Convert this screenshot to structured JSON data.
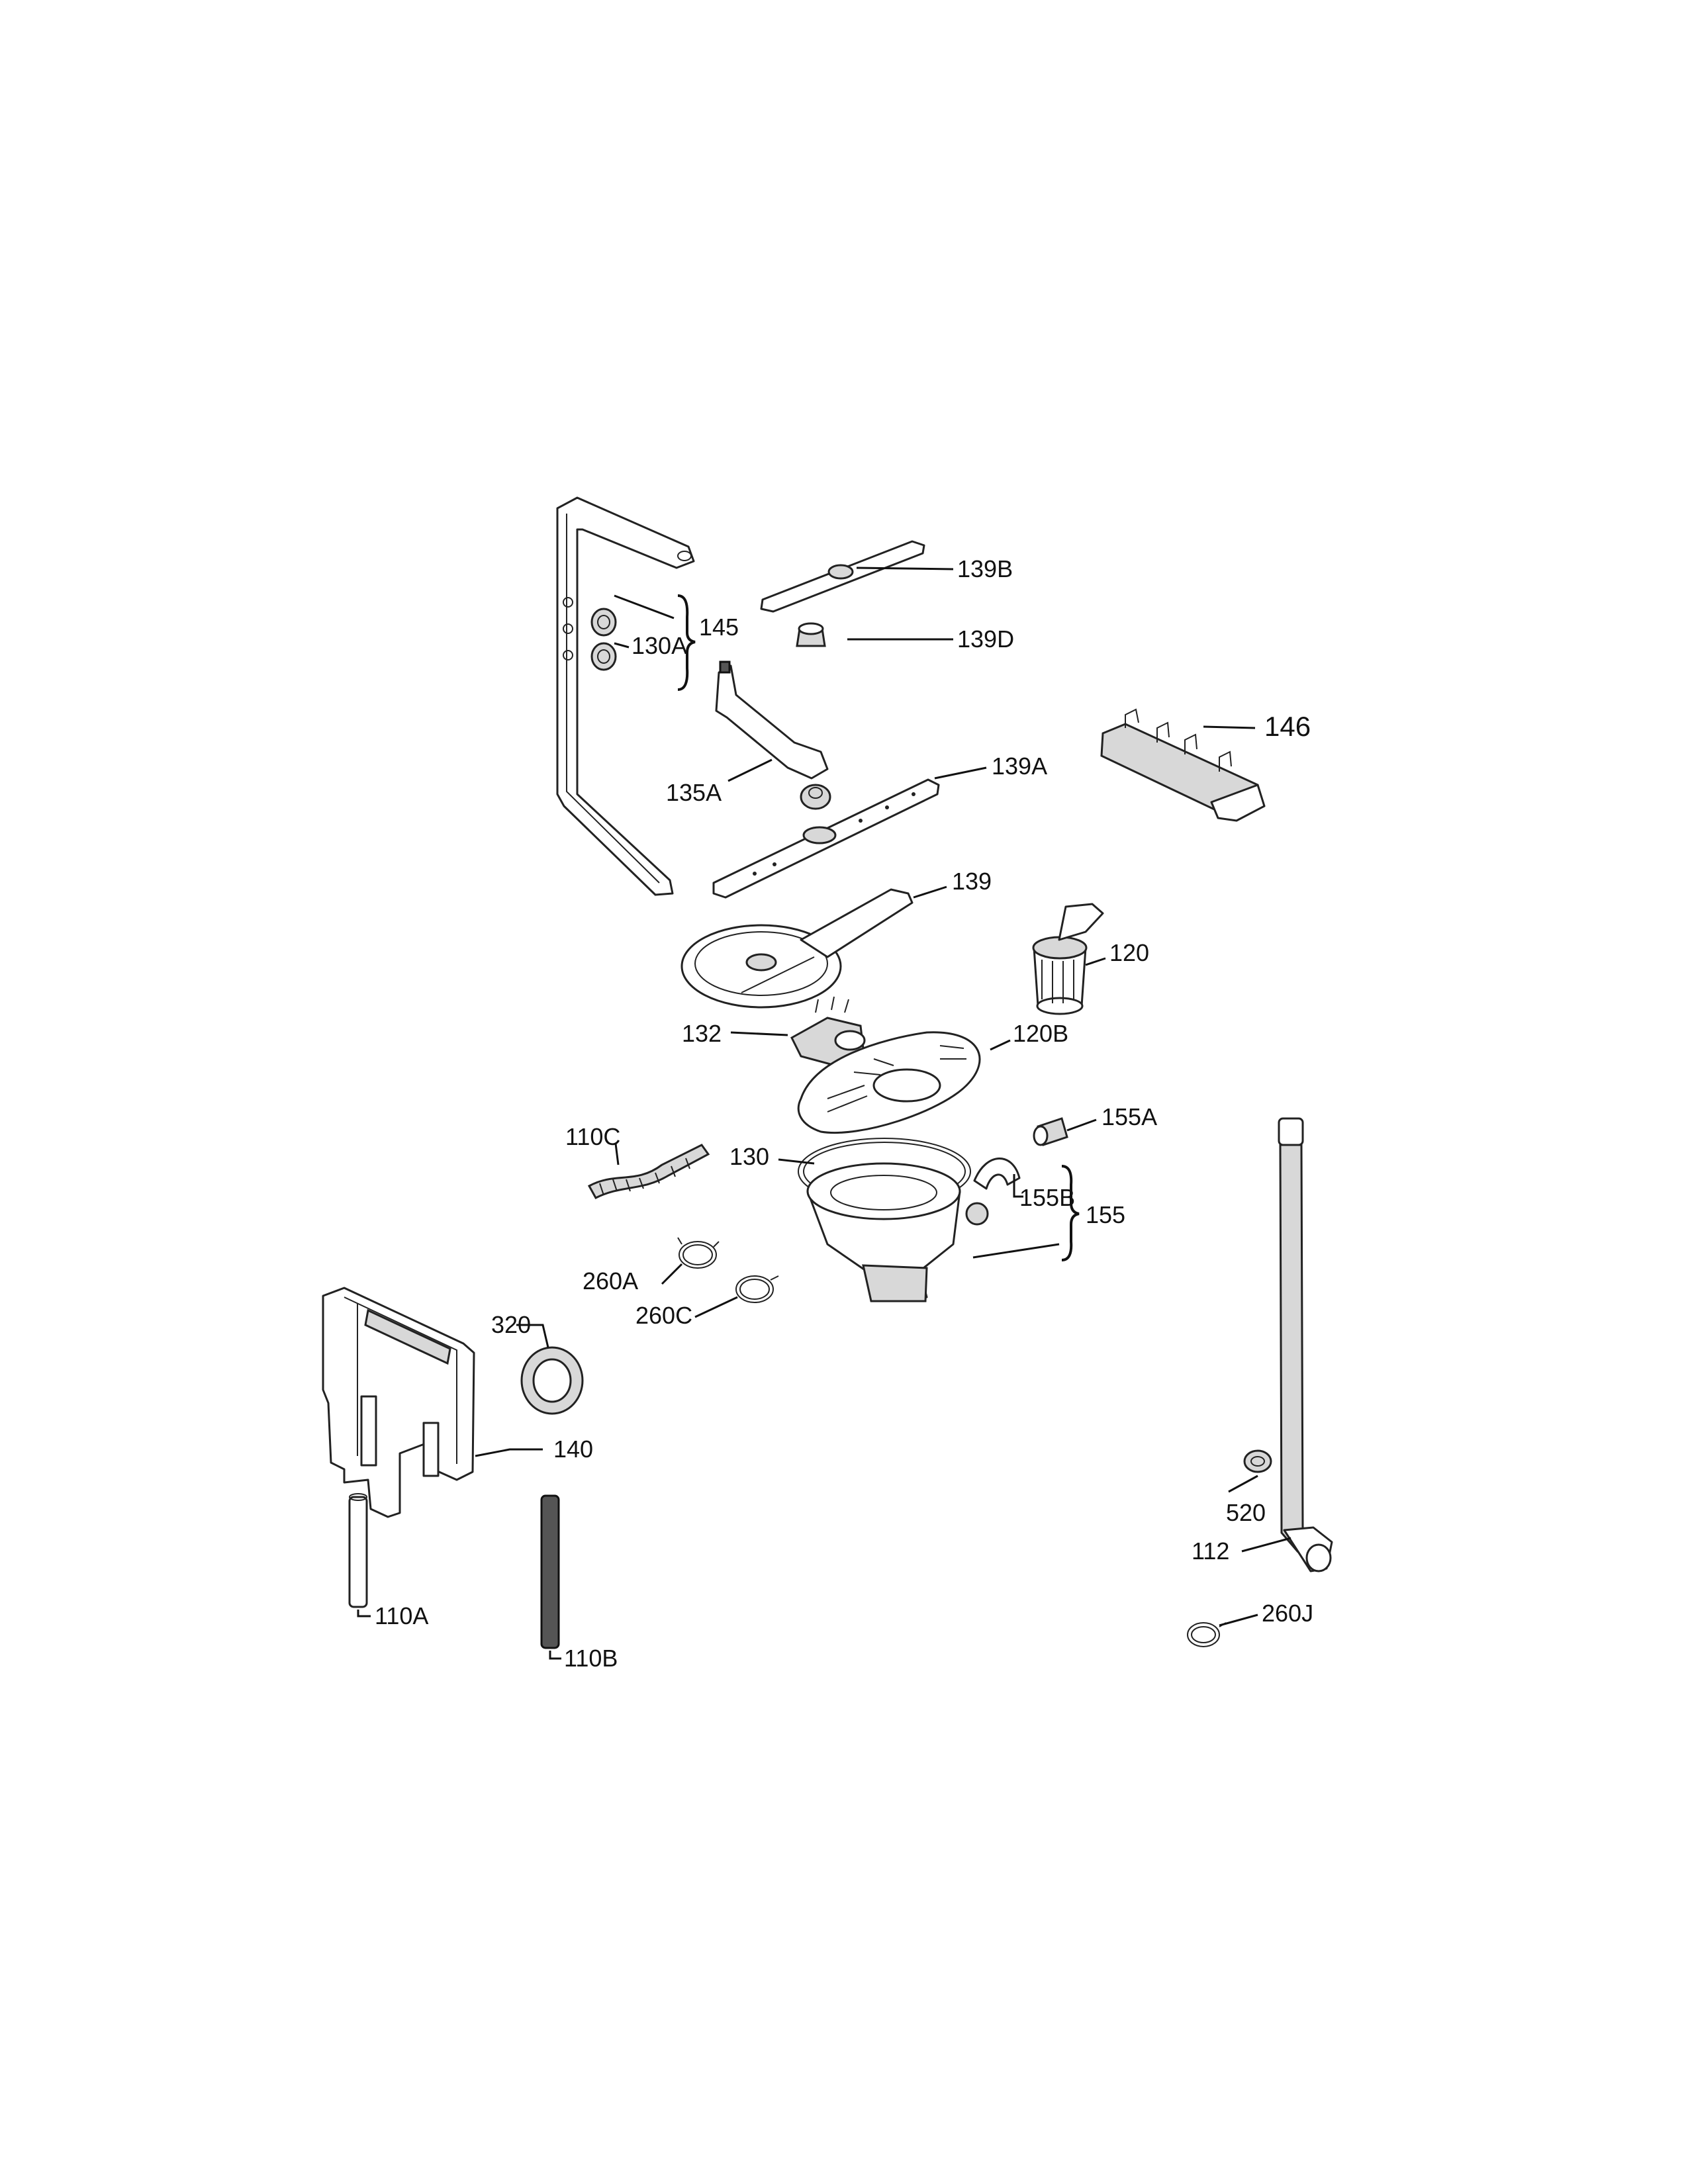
{
  "labels": {
    "l139B": "139B",
    "l139D": "139D",
    "l145": "145",
    "l130A": "130A",
    "l146": "146",
    "l135A": "135A",
    "l139A": "139A",
    "l139": "139",
    "l120": "120",
    "l132": "132",
    "l120B": "120B",
    "l110C": "110C",
    "l130": "130",
    "l155A": "155A",
    "l155B": "155B",
    "l155": "155",
    "l260A": "260A",
    "l260C": "260C",
    "l320": "320",
    "l140": "140",
    "l520": "520",
    "l112": "112",
    "l110A": "110A",
    "l110B": "110B",
    "l260J": "260J"
  }
}
